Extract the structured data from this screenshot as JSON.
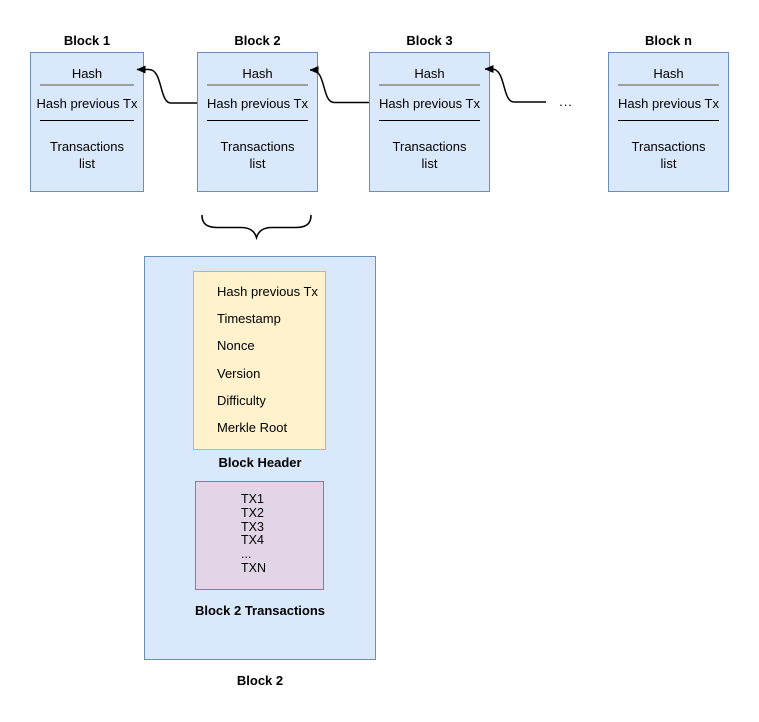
{
  "colors": {
    "node-fill": "#dae8fc",
    "node-border": "#6c8ebf",
    "header-fill": "#fff2cc",
    "header-border": "#d6b656",
    "tx-fill": "#e1d5e7",
    "tx-border": "#9673a6",
    "divider-gray": "#9e9e9e",
    "ink": "#000000"
  },
  "chain": {
    "blocks": [
      {
        "title": "Block 1",
        "hash": "Hash",
        "prev": "Hash previous Tx",
        "tx": "Transactions\nlist"
      },
      {
        "title": "Block 2",
        "hash": "Hash",
        "prev": "Hash previous Tx",
        "tx": "Transactions\nlist"
      },
      {
        "title": "Block 3",
        "hash": "Hash",
        "prev": "Hash previous Tx",
        "tx": "Transactions\nlist"
      },
      {
        "title": "Block n",
        "hash": "Hash",
        "prev": "Hash previous Tx",
        "tx": "Transactions\nlist"
      }
    ],
    "ellipsis": "..."
  },
  "detail": {
    "header_items": [
      "Hash previous Tx",
      "Timestamp",
      "Nonce",
      "Version",
      "Difficulty",
      "Merkle Root"
    ],
    "header_caption": "Block Header",
    "tx_items": [
      "TX1",
      "TX2",
      "TX3",
      "TX4",
      "...",
      "TXN"
    ],
    "tx_caption": "Block 2 Transactions",
    "caption": "Block 2"
  }
}
